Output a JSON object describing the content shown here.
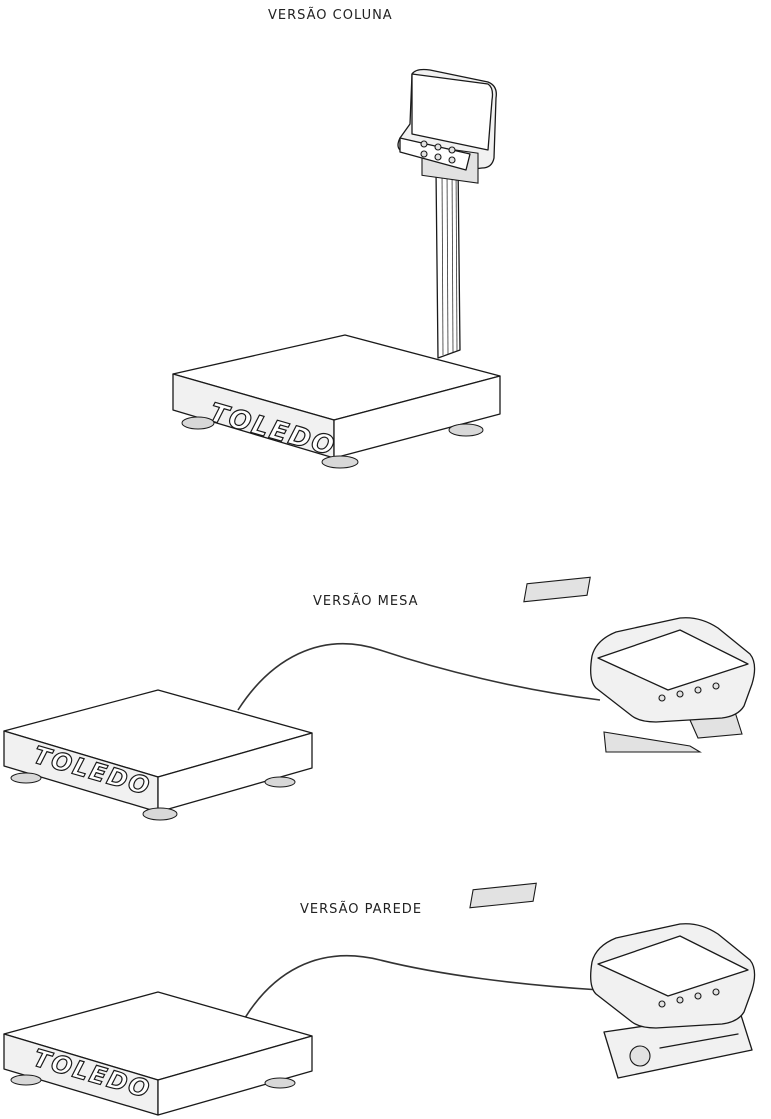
{
  "captions": {
    "coluna": "VERSÃO COLUNA",
    "mesa": "VERSÃO MESA",
    "parede": "VERSÃO PAREDE"
  },
  "brand": "TOLEDO",
  "icons": [
    "scale-platform-icon",
    "column-indicator-icon",
    "desk-indicator-icon",
    "wall-indicator-icon"
  ]
}
